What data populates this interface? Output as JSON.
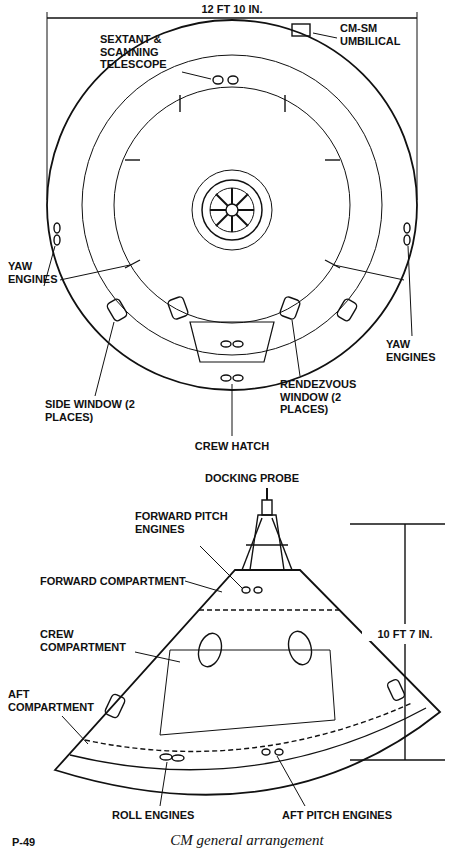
{
  "diagram": {
    "caption": "CM general arrangement",
    "labels": [
      "12 FT 10 IN.",
      "SEXTANT & SCANNING TELESCOPE",
      "CM-SM UMBILICAL",
      "YAW ENGINES",
      "YAW ENGINES",
      "SIDE WINDOW (2 PLACES)",
      "RENDEZVOUS WINDOW (2 PLACES)",
      "CREW HATCH",
      "DOCKING PROBE",
      "FORWARD PITCH ENGINES",
      "FORWARD COMPARTMENT",
      "CREW COMPARTMENT",
      "AFT COMPARTMENT",
      "10 FT 7 IN.",
      "ROLL ENGINES",
      "AFT PITCH ENGINES",
      "P-49"
    ]
  }
}
